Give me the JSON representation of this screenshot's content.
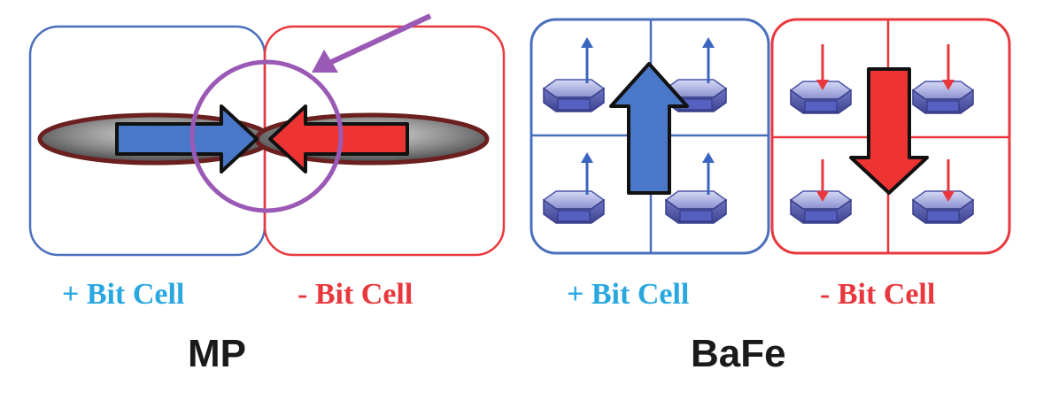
{
  "panels": {
    "mp": {
      "title": "MP",
      "plus_caption": "+ Bit Cell",
      "minus_caption": "- Bit Cell"
    },
    "bafe": {
      "title": "BaFe",
      "plus_caption": "+ Bit Cell",
      "minus_caption": "- Bit Cell"
    }
  },
  "colors": {
    "plus": "#4a6fbd",
    "minus": "#e8383d",
    "plus_text": "#29a8e0",
    "minus_text": "#e8383d",
    "highlight": "#9b59b6"
  },
  "icons": [
    "right-arrow-icon",
    "left-arrow-icon",
    "up-arrow-icon",
    "down-arrow-icon",
    "hexagonal-particle-icon"
  ]
}
